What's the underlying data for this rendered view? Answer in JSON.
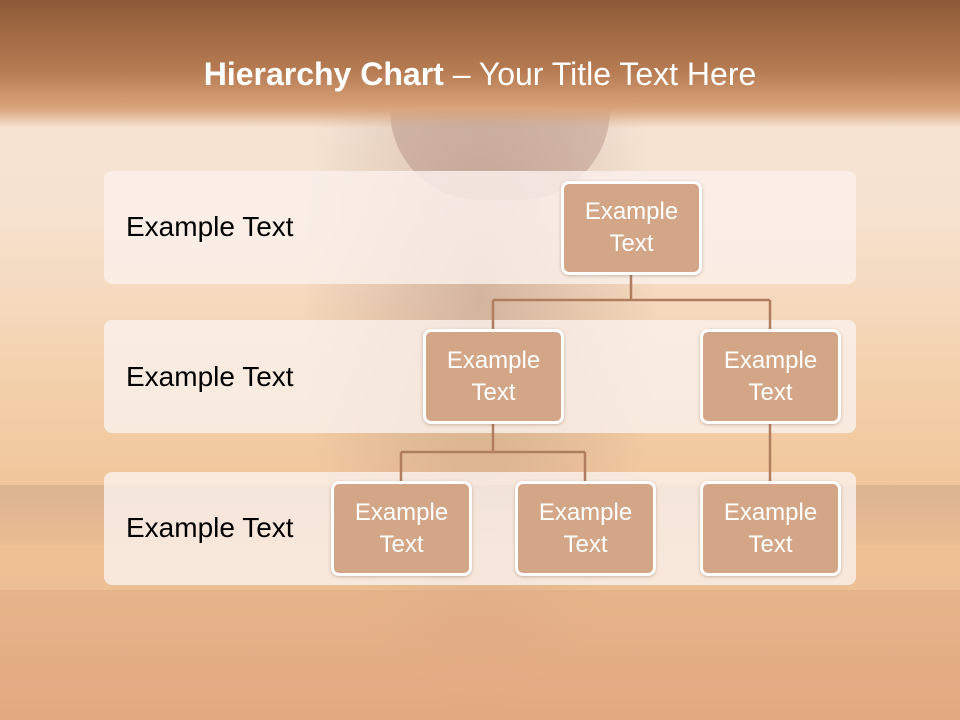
{
  "title": {
    "bold": "Hierarchy Chart",
    "rest": " – Your Title Text Here"
  },
  "levels": [
    {
      "label": "Example Text"
    },
    {
      "label": "Example Text"
    },
    {
      "label": "Example Text"
    }
  ],
  "nodes": {
    "root": "Example Text",
    "child_left": "Example Text",
    "child_right": "Example Text",
    "grandchild_1": "Example Text",
    "grandchild_2": "Example Text",
    "grandchild_3": "Example Text"
  },
  "colors": {
    "title_bar": "#8c5a37",
    "node_fill": "#d2a686",
    "connector": "#b07e5e"
  }
}
